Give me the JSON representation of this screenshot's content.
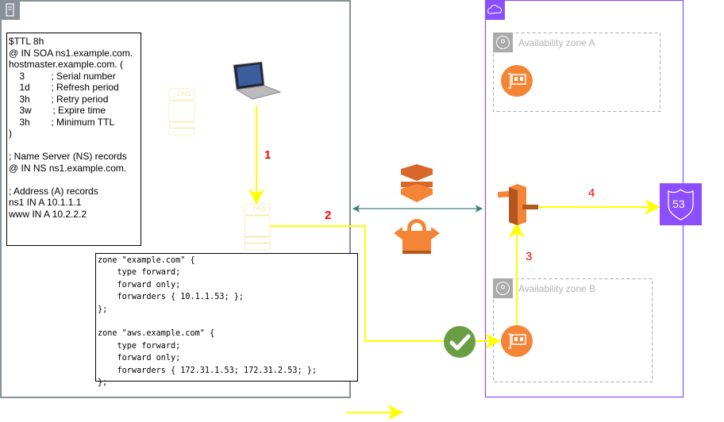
{
  "on_premises": {
    "zone_file": "$TTL 8h\n@ IN SOA ns1.example.com.\nhostmaster.example.com. (\n    3          ; Serial number\n    1d        ; Refresh period\n    3h        ; Retry period\n    3w        ; Expire time\n    3h        ; Minimum TTL\n)\n\n; Name Server (NS) records\n@ IN NS ns1.example.com.\n\n; Address (A) records\nns1 IN A 10.1.1.1\nwww IN A 10.2.2.2",
    "forward_config": "zone \"example.com\" {\n    type forward;\n    forward only;\n    forwarders { 10.1.1.53; };\n};\n\nzone \"aws.example.com\" {\n    type forward;\n    forward only;\n    forwarders { 172.31.1.53; 172.31.2.53; };\n};",
    "dns_label": "DNS"
  },
  "vpc": {
    "az_a": "Availability zone A",
    "az_b": "Availability zone B",
    "route53_label": "53"
  },
  "steps": {
    "s1": "1",
    "s2": "2",
    "s3": "3",
    "s4": "4"
  },
  "colors": {
    "flow": "#ffff00",
    "vpc": "#8c4fff",
    "orange": "#f58536",
    "green": "#6a9e45",
    "teal": "#3f7f7f",
    "step": "#ff0000"
  }
}
